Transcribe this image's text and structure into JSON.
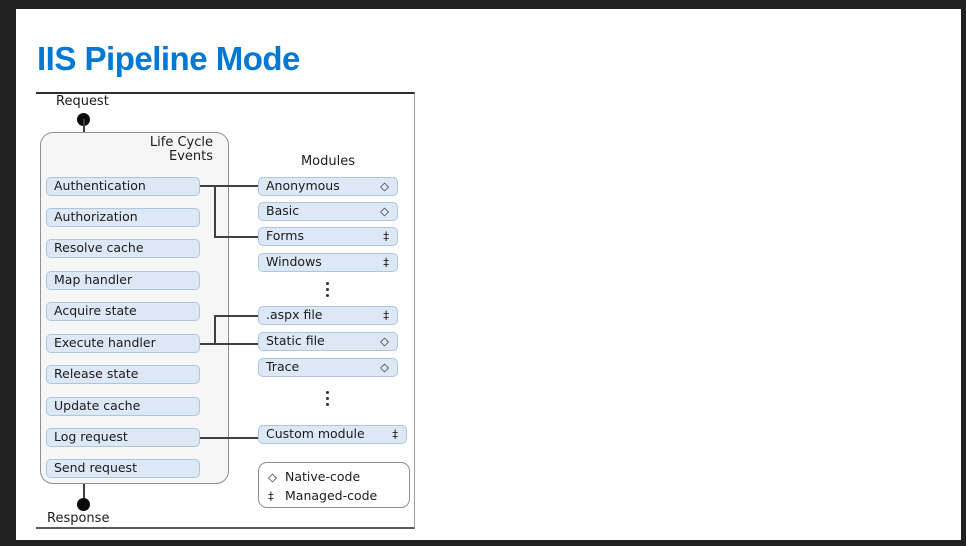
{
  "frame": {
    "color": "#212121"
  },
  "slide": {
    "background": "#ffffff"
  },
  "title": {
    "text": "IIS Pipeline Mode",
    "color": "#0078d4"
  },
  "diagram": {
    "request_label": "Request",
    "response_label": "Response",
    "lifecycle": {
      "header_line1": "Life Cycle",
      "header_line2": "Events",
      "events": [
        "Authentication",
        "Authorization",
        "Resolve cache",
        "Map handler",
        "Acquire state",
        "Execute handler",
        "Release state",
        "Update cache",
        "Log request",
        "Send request"
      ]
    },
    "modules": {
      "header": "Modules",
      "ellipsis_icon": "vertical-ellipsis",
      "items": [
        {
          "label": "Anonymous",
          "symbol": "◇",
          "type": "native-code"
        },
        {
          "label": "Basic",
          "symbol": "◇",
          "type": "native-code"
        },
        {
          "label": "Forms",
          "symbol": "‡",
          "type": "managed-code"
        },
        {
          "label": "Windows",
          "symbol": "‡",
          "type": "managed-code"
        },
        {
          "label": ".aspx file",
          "symbol": "‡",
          "type": "managed-code"
        },
        {
          "label": "Static file",
          "symbol": "◇",
          "type": "native-code"
        },
        {
          "label": "Trace",
          "symbol": "◇",
          "type": "native-code"
        },
        {
          "label": "Custom module",
          "symbol": "‡",
          "type": "managed-code"
        }
      ]
    },
    "legend": {
      "items": [
        {
          "symbol": "◇",
          "label": "Native-code"
        },
        {
          "symbol": "‡",
          "label": "Managed-code"
        }
      ]
    },
    "colors": {
      "box_fill": "#dce8f5",
      "box_border": "#aec5de",
      "container_fill": "#f6f6f6",
      "connector_line": "#404040",
      "text": "#1b1b1b"
    }
  }
}
